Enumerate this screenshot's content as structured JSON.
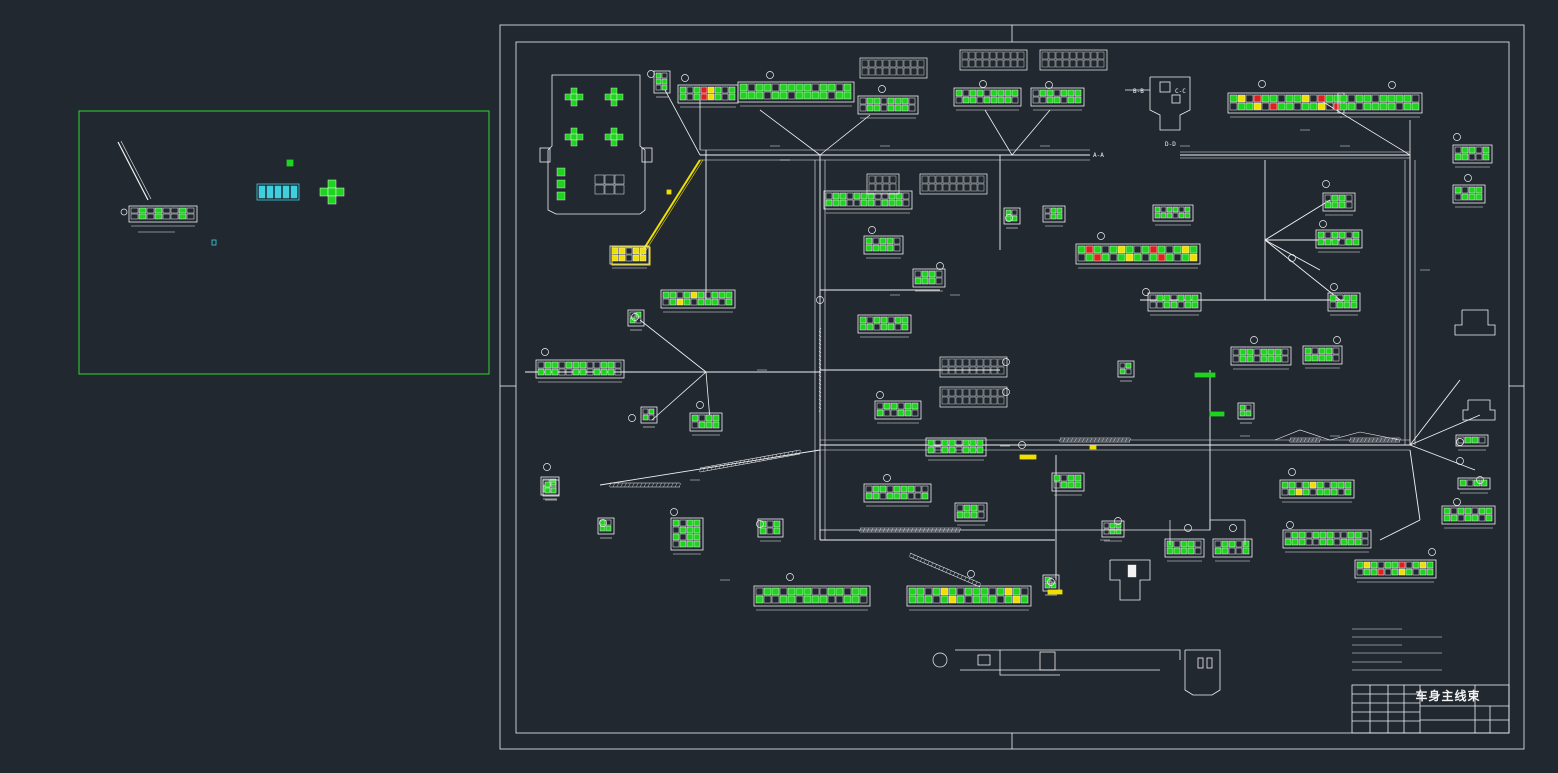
{
  "colors": {
    "background": "#212830",
    "line": "#f2f2f2",
    "connector_fill": "#1ed41e",
    "highlight": "#f0e000",
    "cyan": "#3fd0e0",
    "preview_border": "#2ed82e",
    "error_red": "#e02020"
  },
  "title_block": {
    "title": "车身主线束"
  },
  "wire_labels": [
    "A-A",
    "B-B",
    "C-C",
    "D-D",
    "B",
    "B"
  ],
  "junction_labels": [
    "A-A",
    "B-B",
    "C-C",
    "D-D"
  ],
  "icons": [
    "ground-symbol-icon",
    "fuse-box-icon",
    "connector-icon"
  ]
}
